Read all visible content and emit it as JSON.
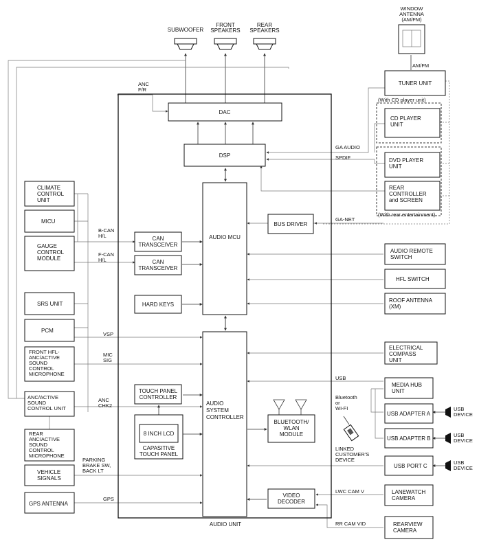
{
  "speakers": {
    "subwoofer": "SUBWOOFER",
    "front": [
      "FRONT",
      "SPEAKERS"
    ],
    "rear": [
      "REAR",
      "SPEAKERS"
    ]
  },
  "window_antenna": [
    "WINDOW",
    "ANTENNA",
    "(AM/FM)"
  ],
  "amfm": "AM/FM",
  "audio_unit": {
    "title": "AUDIO UNIT",
    "dac": "DAC",
    "dsp": "DSP",
    "audio_mcu": "AUDIO MCU",
    "bus_driver": "BUS DRIVER",
    "can_transceiver_1": [
      "CAN",
      "TRANSCEIVER"
    ],
    "can_transceiver_2": [
      "CAN",
      "TRANSCEIVER"
    ],
    "hard_keys": "HARD KEYS",
    "audio_system_controller": [
      "AUDIO",
      "SYSTEM",
      "CONTROLLER"
    ],
    "touch_panel_controller": [
      "TOUCH PANEL",
      "CONTROLLER"
    ],
    "lcd": "8 INCH LCD",
    "capacitive_touch_panel": [
      "CAPASITIVE",
      "TOUCH PANEL"
    ],
    "bluetooth_module": [
      "BLUETOOTH/",
      "WLAN",
      "MODULE"
    ],
    "video_decoder": [
      "VIDEO",
      "DECODER"
    ]
  },
  "left_modules": {
    "climate": [
      "CLIMATE",
      "CONTROL",
      "UNIT"
    ],
    "micu": "MICU",
    "gauge": [
      "GAUGE",
      "CONTROL",
      "MODULE"
    ],
    "srs": "SRS UNIT",
    "pcm": "PCM",
    "front_hfl": [
      "FRONT HFL-",
      "ANC/ACTIVE",
      "SOUND",
      "CONTROL",
      "MICROPHONE"
    ],
    "anc_unit": [
      "ANC/ACTIVE",
      "SOUND",
      "CONTROL UNIT"
    ],
    "rear_anc": [
      "REAR",
      "ANC/ACTIVE",
      "SOUND",
      "CONTROL",
      "MICROPHONE"
    ],
    "vehicle_signals": [
      "VEHICLE",
      "SIGNALS"
    ],
    "gps_antenna": "GPS ANTENNA"
  },
  "signal_labels": {
    "anc_fr": [
      "ANC",
      "F/R"
    ],
    "bcan": [
      "B-CAN",
      "H/L"
    ],
    "fcan": [
      "F-CAN",
      "H/L"
    ],
    "vsp": "VSP",
    "mic_sig": [
      "MIC",
      "SIG"
    ],
    "anc_chk2": [
      "ANC",
      "CHK2"
    ],
    "parking": [
      "PARKING",
      "BRAKE SW,",
      "BACK LT"
    ],
    "gps": "GPS",
    "ga_audio": "GA AUDIO",
    "spdif": "SPDIF",
    "ga_net": "GA-NET",
    "usb": "USB",
    "bluetooth_wifi": [
      "Bluetooth",
      "or",
      "WI-FI"
    ],
    "linked_device": [
      "LINKED",
      "CUSTOMER'S",
      "DEVICE"
    ],
    "lwc_cam": "LWC CAM V",
    "rr_cam": "RR CAM VID"
  },
  "right_modules": {
    "tuner": "TUNER UNIT",
    "with_cd": "(With CD player unit)",
    "cd_player": [
      "CD PLAYER",
      "UNIT"
    ],
    "dvd_player": [
      "DVD PLAYER",
      "UNIT"
    ],
    "rear_controller": [
      "REAR",
      "CONTROLLER",
      "and SCREEN"
    ],
    "with_rear": "(With rear entertainment)",
    "audio_remote": [
      "AUDIO REMOTE",
      "SWITCH"
    ],
    "hfl_switch": "HFL SWITCH",
    "roof_antenna": [
      "ROOF ANTENNA",
      "(XM)"
    ],
    "compass": [
      "ELECTRICAL",
      "COMPASS",
      "UNIT"
    ],
    "media_hub": [
      "MEDIA HUB",
      "UNIT"
    ],
    "usb_a": "USB ADAPTER A",
    "usb_b": "USB ADAPTER B",
    "usb_c": "USB PORT C",
    "usb_device": [
      "USB",
      "DEVICE"
    ],
    "lanewatch": [
      "LANEWATCH",
      "CAMERA"
    ],
    "rearview": [
      "REARVIEW",
      "CAMERA"
    ]
  }
}
